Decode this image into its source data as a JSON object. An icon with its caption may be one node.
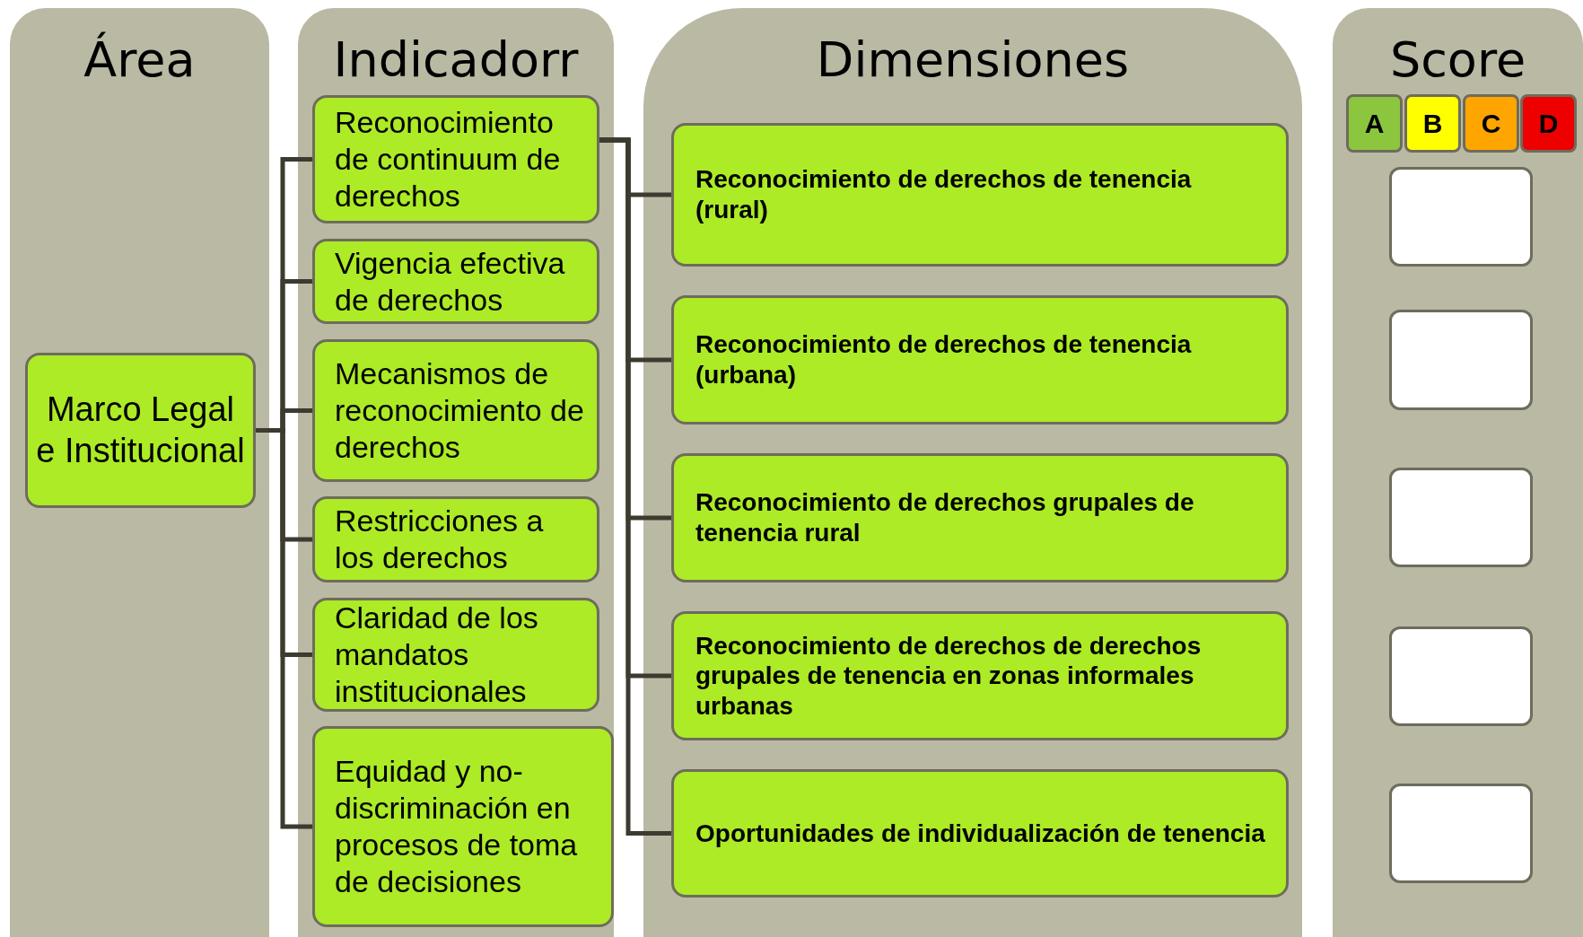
{
  "diagram": {
    "nodes": [
      {
        "text": [
          "Área"
        ]
      },
      {
        "text": [
          "Marco Legal e Institucional"
        ],
        "in": 0
      },
      {
        "text": [
          "Indicadorr"
        ]
      },
      {
        "text": [
          "Reconocimiento de continuum de derechos"
        ],
        "in": 2
      },
      {
        "text": [
          "Vigencia efectiva de derechos"
        ],
        "in": 2
      },
      {
        "text": [
          "Mecanismos de reconocimiento de derechos"
        ],
        "in": 2
      },
      {
        "text": [
          "Restricciones a los derechos"
        ],
        "in": 2
      },
      {
        "text": [
          "Claridad de los mandatos institucionales"
        ],
        "in": 2
      },
      {
        "text": [
          "Equidad y no-discriminación en procesos de toma de decisiones"
        ],
        "in": 2
      },
      {
        "text": [
          "Dimensiones"
        ]
      },
      {
        "text": [
          "Reconocimiento de derechos de tenencia (rural)"
        ],
        "in": 9
      },
      {
        "text": [
          "Reconocimiento de derechos de tenencia (urbana)"
        ],
        "in": 9
      },
      {
        "text": [
          "Reconocimiento de derechos grupales de tenencia rural"
        ],
        "in": 9
      },
      {
        "text": [
          "Reconocimiento de derechos de derechos grupales de tenencia en zonas informales urbanas"
        ],
        "in": 9
      },
      {
        "text": [
          "Oportunidades de individualización de tenencia"
        ],
        "in": 9
      },
      {
        "text": [
          "Score"
        ]
      },
      {
        "text": [],
        "shape": "box",
        "in": 15
      },
      {
        "text": [],
        "shape": "box",
        "in": 15
      },
      {
        "text": [],
        "shape": "box",
        "in": 15
      },
      {
        "text": [],
        "shape": "box",
        "in": 15
      },
      {
        "text": [],
        "shape": "box",
        "in": 15
      }
    ],
    "edges": [
      {
        "from": 1,
        "to": 3,
        "arrow": "none"
      },
      {
        "from": 1,
        "to": 4,
        "arrow": "none"
      },
      {
        "from": 1,
        "to": 5,
        "arrow": "none"
      },
      {
        "from": 1,
        "to": 6,
        "arrow": "none"
      },
      {
        "from": 1,
        "to": 7,
        "arrow": "none"
      },
      {
        "from": 1,
        "to": 8,
        "arrow": "none"
      },
      {
        "from": 3,
        "to": 10,
        "arrow": "none"
      },
      {
        "from": 3,
        "to": 11,
        "arrow": "none"
      },
      {
        "from": 3,
        "to": 12,
        "arrow": "none"
      },
      {
        "from": 3,
        "to": 13,
        "arrow": "none"
      },
      {
        "from": 3,
        "to": 14,
        "arrow": "none"
      }
    ],
    "legend": [
      {
        "text": "A",
        "color": "#8cc63f"
      },
      {
        "text": "B",
        "color": "#ffff00"
      },
      {
        "text": "C",
        "color": "#ffa500"
      },
      {
        "text": "D",
        "color": "#ee0000"
      }
    ]
  }
}
